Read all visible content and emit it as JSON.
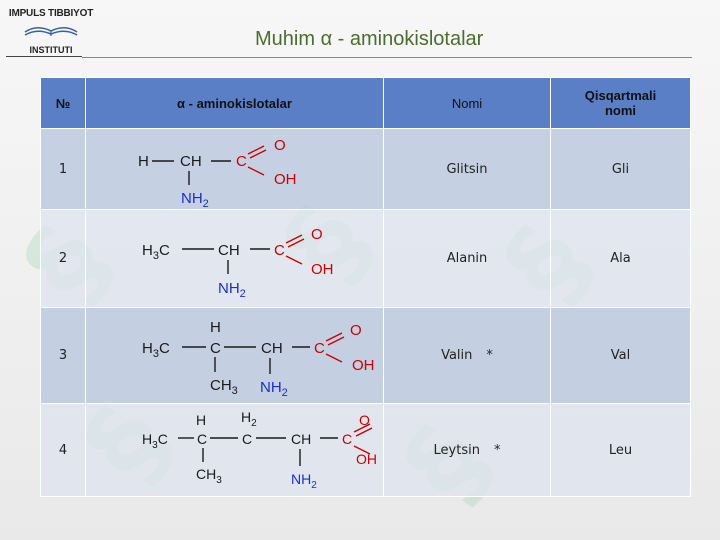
{
  "logo": {
    "top": "IMPULS TIBBIYOT",
    "bottom": "INSTITUTI"
  },
  "title": "Muhim α - aminokislotalar",
  "table": {
    "headers": [
      "№",
      "α - aminokislotalar",
      "Nomi",
      "Qisqartmali nomi"
    ],
    "rows": [
      {
        "num": "1",
        "name": "Glitsin",
        "mark": "",
        "abbr": "Gli"
      },
      {
        "num": "2",
        "name": "Alanin",
        "mark": "",
        "abbr": "Ala"
      },
      {
        "num": "3",
        "name": "Valin",
        "mark": "*",
        "abbr": "Val"
      },
      {
        "num": "4",
        "name": "Leytsin",
        "mark": "*",
        "abbr": "Leu"
      }
    ]
  },
  "formula_text": {
    "h": "H",
    "ch": "CH",
    "c": "C",
    "o": "O",
    "oh": "OH",
    "nh": "NH",
    "sub2": "2",
    "h3c_h": "H",
    "h3c_c": "C",
    "sub3": "3",
    "ch3_ch": "CH",
    "h2_h": "H"
  },
  "colors": {
    "black": "#1a1a1a",
    "red": "#cc0000",
    "blue": "#1a2fcc",
    "header": "#5b7fc7",
    "title": "#4a6e2f"
  }
}
